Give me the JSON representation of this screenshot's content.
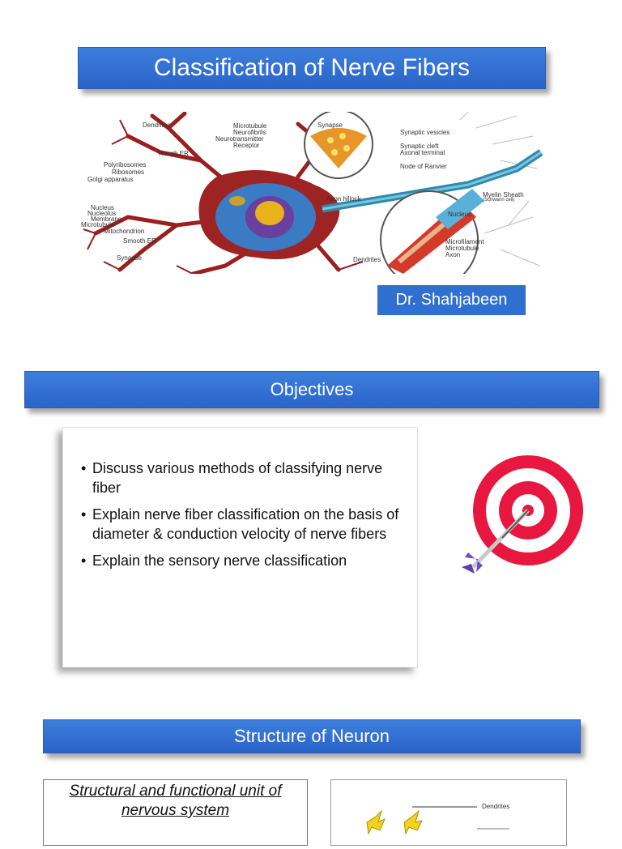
{
  "title": "Classification of Nerve Fibers",
  "author": "Dr. Shahjabeen",
  "neuron_labels": {
    "dendrites": "Dendrites",
    "microtubule": "Microtubule",
    "neurofibrils": "Neurofibrils",
    "neurotransmitter": "Neurotransmitter",
    "receptor": "Receptor",
    "synapse": "Synapse",
    "synaptic_vesicles": "Synaptic vesicles",
    "synaptic_cleft": "Synaptic cleft",
    "axonal_terminal": "Axonal terminal",
    "rough_er": "Rough ER",
    "polyribosomes": "Polyribosomes",
    "ribosomes": "Ribosomes",
    "golgi": "Golgi apparatus",
    "node_of_ranvier": "Node of Ranvier",
    "myelin_sheath": "Myelin Sheath",
    "schwann_cell": "(Schwann cell)",
    "axon_hillock": "Axon hillock",
    "nucleus": "Nucleus",
    "nucleolus": "Nucleolus",
    "membrane": "Membrane",
    "mitochondrion": "Mitochondrion",
    "smooth_er": "Smooth ER",
    "synapse2": "Synapse",
    "dendrites2": "Dendrites",
    "microfilament": "Microfilament",
    "axon": "Axon"
  },
  "objectives": {
    "heading": "Objectives",
    "items": [
      "Discuss various methods of classifying nerve fiber",
      "Explain nerve fiber classification on the basis of diameter & conduction velocity of nerve fibers",
      "Explain the sensory nerve classification"
    ]
  },
  "structure": {
    "heading": "Structure of Neuron",
    "left_text": "Structural and functional unit of nervous system",
    "diagram_label": "Dendrites"
  },
  "colors": {
    "banner_blue": "#2e6fd0",
    "target_red": "#e8173f",
    "arrow_purple": "#6b4bc9"
  }
}
